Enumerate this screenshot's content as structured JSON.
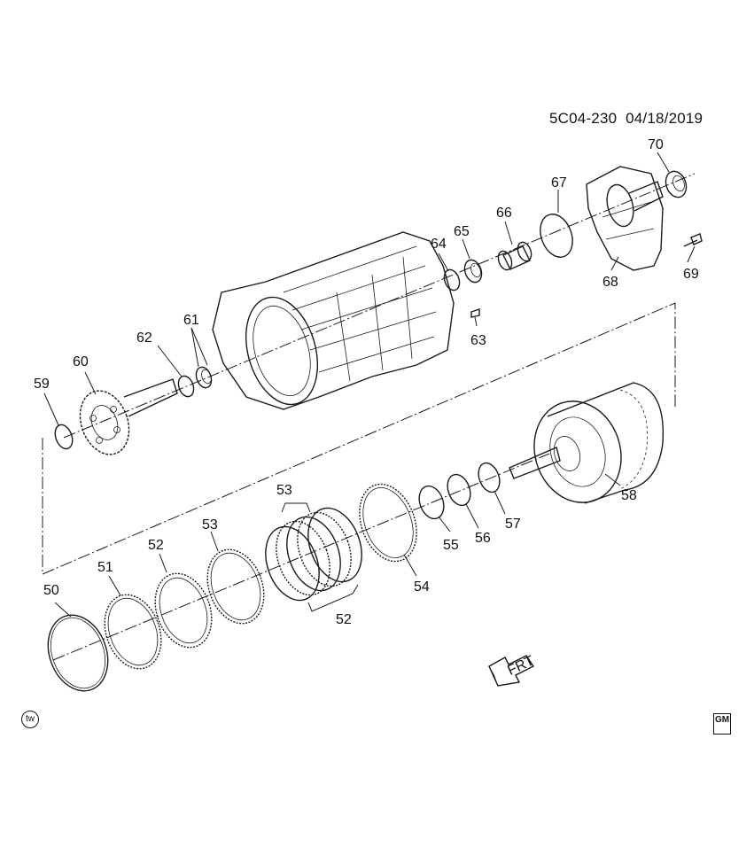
{
  "header": {
    "drawing_id": "5C04-230",
    "date": "04/18/2019"
  },
  "callouts": [
    "50",
    "51",
    "52",
    "53",
    "54",
    "55",
    "56",
    "57",
    "58",
    "59",
    "60",
    "61",
    "62",
    "63",
    "64",
    "65",
    "66",
    "67",
    "68",
    "69",
    "70"
  ],
  "callout_52_second": "52",
  "callout_53_second": "53",
  "direction_label": "FRT",
  "corner_badge_left": "tw",
  "logo_text": "GM"
}
